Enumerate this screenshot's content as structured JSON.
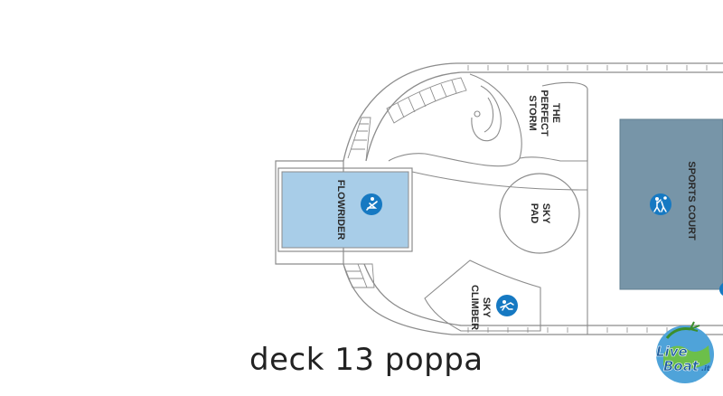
{
  "map": {
    "caption": "deck 13 poppa",
    "venues": {
      "flowrider": "FLOWRIDER",
      "perfect_storm": [
        "THE",
        "PERFECT",
        "STORM"
      ],
      "sky_pad": [
        "SKY",
        "PAD"
      ],
      "sky_climber": [
        "SKY",
        "CLIMBER"
      ],
      "sports_court": "SPORTS COURT"
    },
    "icons": [
      "surfer-icon",
      "basketball-player-icon",
      "climber-icon",
      "watermark-logo"
    ],
    "colors": {
      "sports_court_fill": "#7795a8",
      "flowrider_fill": "#a8cde8",
      "icon_blue": "#1679c2",
      "outline": "#8c8c8c"
    },
    "logo": {
      "line1": "Live",
      "line2": "Boat",
      "suffix": ".it"
    }
  }
}
